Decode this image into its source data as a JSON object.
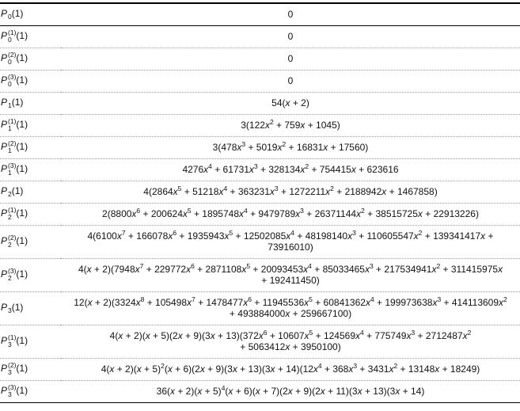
{
  "rows": [
    {
      "lhs_base": "P",
      "lhs_sub": "0",
      "lhs_sup": "",
      "lhs_arg": "(1)",
      "rhs": "0"
    },
    {
      "lhs_base": "P",
      "lhs_sub": "0",
      "lhs_sup": "(1)",
      "lhs_arg": "(1)",
      "rhs": "0"
    },
    {
      "lhs_base": "P",
      "lhs_sub": "0",
      "lhs_sup": "(2)",
      "lhs_arg": "(1)",
      "rhs": "0"
    },
    {
      "lhs_base": "P",
      "lhs_sub": "0",
      "lhs_sup": "(3)",
      "lhs_arg": "(1)",
      "rhs": "0"
    },
    {
      "lhs_base": "P",
      "lhs_sub": "1",
      "lhs_sup": "",
      "lhs_arg": "(1)",
      "rhs": "54(x + 2)"
    },
    {
      "lhs_base": "P",
      "lhs_sub": "1",
      "lhs_sup": "(1)",
      "lhs_arg": "(1)",
      "rhs": "3(122x² + 759x + 1045)"
    },
    {
      "lhs_base": "P",
      "lhs_sub": "1",
      "lhs_sup": "(2)",
      "lhs_arg": "(1)",
      "rhs": "3(478x³ + 5019x² + 16831x + 17560)"
    },
    {
      "lhs_base": "P",
      "lhs_sub": "1",
      "lhs_sup": "(3)",
      "lhs_arg": "(1)",
      "rhs": "4276x⁴ + 61731x³ + 328134x² + 754415x + 623616"
    },
    {
      "lhs_base": "P",
      "lhs_sub": "2",
      "lhs_sup": "",
      "lhs_arg": "(1)",
      "rhs": "4(2864x⁵ + 51218x⁴ + 363231x³ + 1272211x² + 2188942x + 1467858)"
    },
    {
      "lhs_base": "P",
      "lhs_sub": "2",
      "lhs_sup": "(1)",
      "lhs_arg": "(1)",
      "rhs": "2(8800x⁶ + 200624x⁵ + 1895748x⁴ + 9479789x³ + 26371144x² + 38515725x + 22913226)"
    },
    {
      "lhs_base": "P",
      "lhs_sub": "2",
      "lhs_sup": "(2)",
      "lhs_arg": "(1)",
      "rhs": "4(6100x⁷ + 166078x⁶ + 1935943x⁵ + 12502085x⁴ + 48198140x³ + 110605547x² + 139341417x +",
      "rhs2": "73916010)"
    },
    {
      "lhs_base": "P",
      "lhs_sub": "2",
      "lhs_sup": "(3)",
      "lhs_arg": "(1)",
      "rhs": "4(x + 2)(7948x⁷ + 229772x⁶ + 2871108x⁵ + 20093453x⁴ + 85033465x³ + 217534941x² + 311415975x",
      "rhs2": "+ 192411450)"
    },
    {
      "lhs_base": "P",
      "lhs_sub": "3",
      "lhs_sup": "",
      "lhs_arg": "(1)",
      "rhs": "12(x + 2)(3324x⁸ + 105498x⁷ + 1478477x⁶ + 11945536x⁵ + 60841362x⁴ + 199973638x³ + 414113609x²",
      "rhs2": "+ 493884000x + 259667100)"
    },
    {
      "lhs_base": "P",
      "lhs_sub": "3",
      "lhs_sup": "(1)",
      "lhs_arg": "(1)",
      "rhs": "4(x + 2)(x + 5)(2x + 9)(3x + 13)(372x⁶ + 10607x⁵ + 124569x⁴ + 775749x³ + 2712487x²",
      "rhs2": "+ 5063412x + 3950100)"
    },
    {
      "lhs_base": "P",
      "lhs_sub": "3",
      "lhs_sup": "(2)",
      "lhs_arg": "(1)",
      "rhs": "4(x + 2)(x + 5)²(x + 6)(2x + 9)(3x + 13)(3x + 14)(12x⁴ + 368x³ + 3431x² + 13148x + 18249)"
    },
    {
      "lhs_base": "P",
      "lhs_sub": "3",
      "lhs_sup": "(3)",
      "lhs_arg": "(1)",
      "rhs": "36(x + 2)(x + 5)⁴(x + 6)(x + 7)(2x + 9)(2x + 11)(3x + 13)(3x + 14)"
    }
  ]
}
